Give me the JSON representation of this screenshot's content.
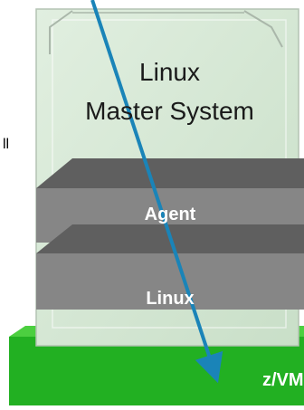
{
  "master": {
    "line1": "Linux",
    "line2": "Master System"
  },
  "stack": {
    "agent_label": "Agent",
    "linux_label": "Linux"
  },
  "base": {
    "label": "z/VM"
  },
  "left_fragment": {
    "text": "ll"
  },
  "colors": {
    "container_fill": "#d4e8d3",
    "container_edge": "#aab7aa",
    "slab_front": "#868686",
    "slab_top": "#5f5f5f",
    "base_front": "#22b022",
    "base_top": "#4ccf40",
    "arrow": "#1a84b8"
  }
}
